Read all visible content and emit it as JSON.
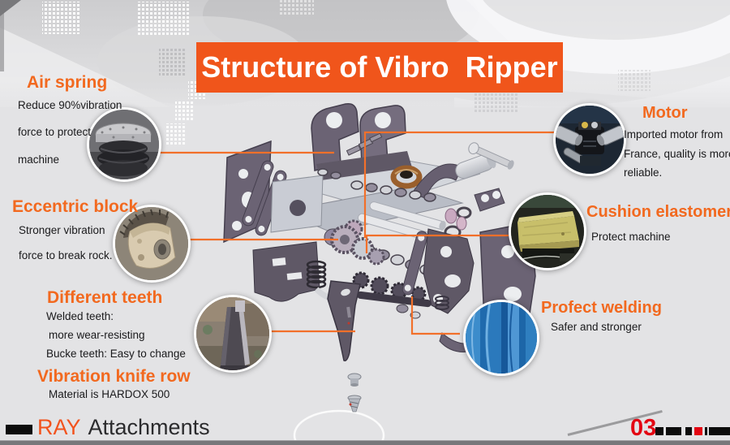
{
  "title": "Structure of Vibro  Ripper",
  "callouts": {
    "air_spring": {
      "heading": "Air spring",
      "lines": [
        "Reduce 90%vibration",
        "force to protect",
        "machine"
      ]
    },
    "eccentric_block": {
      "heading": "Eccentric block",
      "lines": [
        "Stronger vibration",
        "force to break rock."
      ]
    },
    "different_teeth": {
      "heading": "Different teeth",
      "lines": [
        "Welded teeth:",
        "more wear-resisting",
        "Bucke teeth: Easy to change"
      ]
    },
    "vibration_knife_row": {
      "heading": "Vibration knife row",
      "lines": [
        "Material is HARDOX 500"
      ]
    },
    "motor": {
      "heading": "Motor",
      "lines": [
        "Imported motor from",
        "France, quality is more",
        "reliable."
      ]
    },
    "cushion_elastomer": {
      "heading": "Cushion elastomer",
      "lines": [
        "Protect machine"
      ]
    },
    "profect_welding": {
      "heading": "Profect welding",
      "lines": [
        "Safer and stronger"
      ]
    }
  },
  "footer": {
    "brand_ray": "RAY",
    "brand_attachments": "Attachments",
    "page_number": "03"
  },
  "icons": {
    "air_spring_photo": "air-spring-photo",
    "eccentric_block_photo": "eccentric-block-photo",
    "teeth_photo": "teeth-photo",
    "welding_photo": "welding-photo",
    "motor_photo": "motor-photo",
    "cushion_photo": "cushion-photo",
    "exploded_diagram": "vibro-ripper-exploded-diagram"
  },
  "colors": {
    "banner_orange": "#f0551b",
    "heading_orange": "#f2691f",
    "leader_orange": "#f2702a",
    "page_red": "#e30613",
    "background_gray": "#e3e3e5"
  }
}
